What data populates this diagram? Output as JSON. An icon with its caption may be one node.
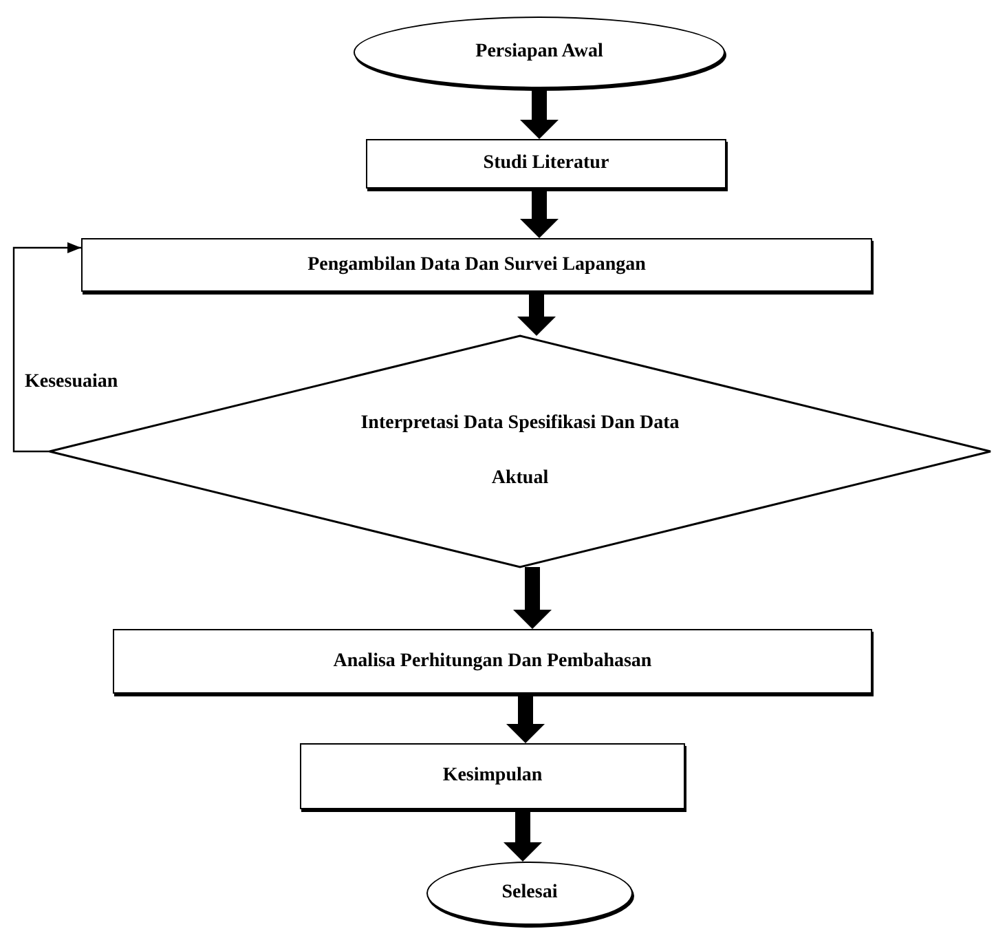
{
  "diagram": {
    "nodes": [
      {
        "text": [
          "Persiapan Awal"
        ]
      },
      {
        "text": [
          "Studi Literatur"
        ]
      },
      {
        "text": [
          "Pengambilan Data Dan Survei Lapangan"
        ]
      },
      {
        "text": [
          "Interpretasi Data Spesifikasi Dan Data Aktual"
        ]
      },
      {
        "text": [
          "Analisa Perhitungan Dan Pembahasan"
        ]
      },
      {
        "text": [
          "Kesimpulan"
        ]
      },
      {
        "text": [
          "Selesai"
        ]
      }
    ],
    "edges": [
      {
        "from": 0,
        "to": 1,
        "arrow": "to"
      },
      {
        "from": 1,
        "to": 2,
        "arrow": "to"
      },
      {
        "from": 2,
        "to": 3,
        "arrow": "to"
      },
      {
        "from": 3,
        "to": 4,
        "arrow": "to"
      },
      {
        "from": 4,
        "to": 5,
        "arrow": "to"
      },
      {
        "from": 5,
        "to": 6,
        "arrow": "to"
      },
      {
        "from": 3,
        "to": 2,
        "arrow": "to",
        "label": "Kesesuaian"
      }
    ]
  }
}
